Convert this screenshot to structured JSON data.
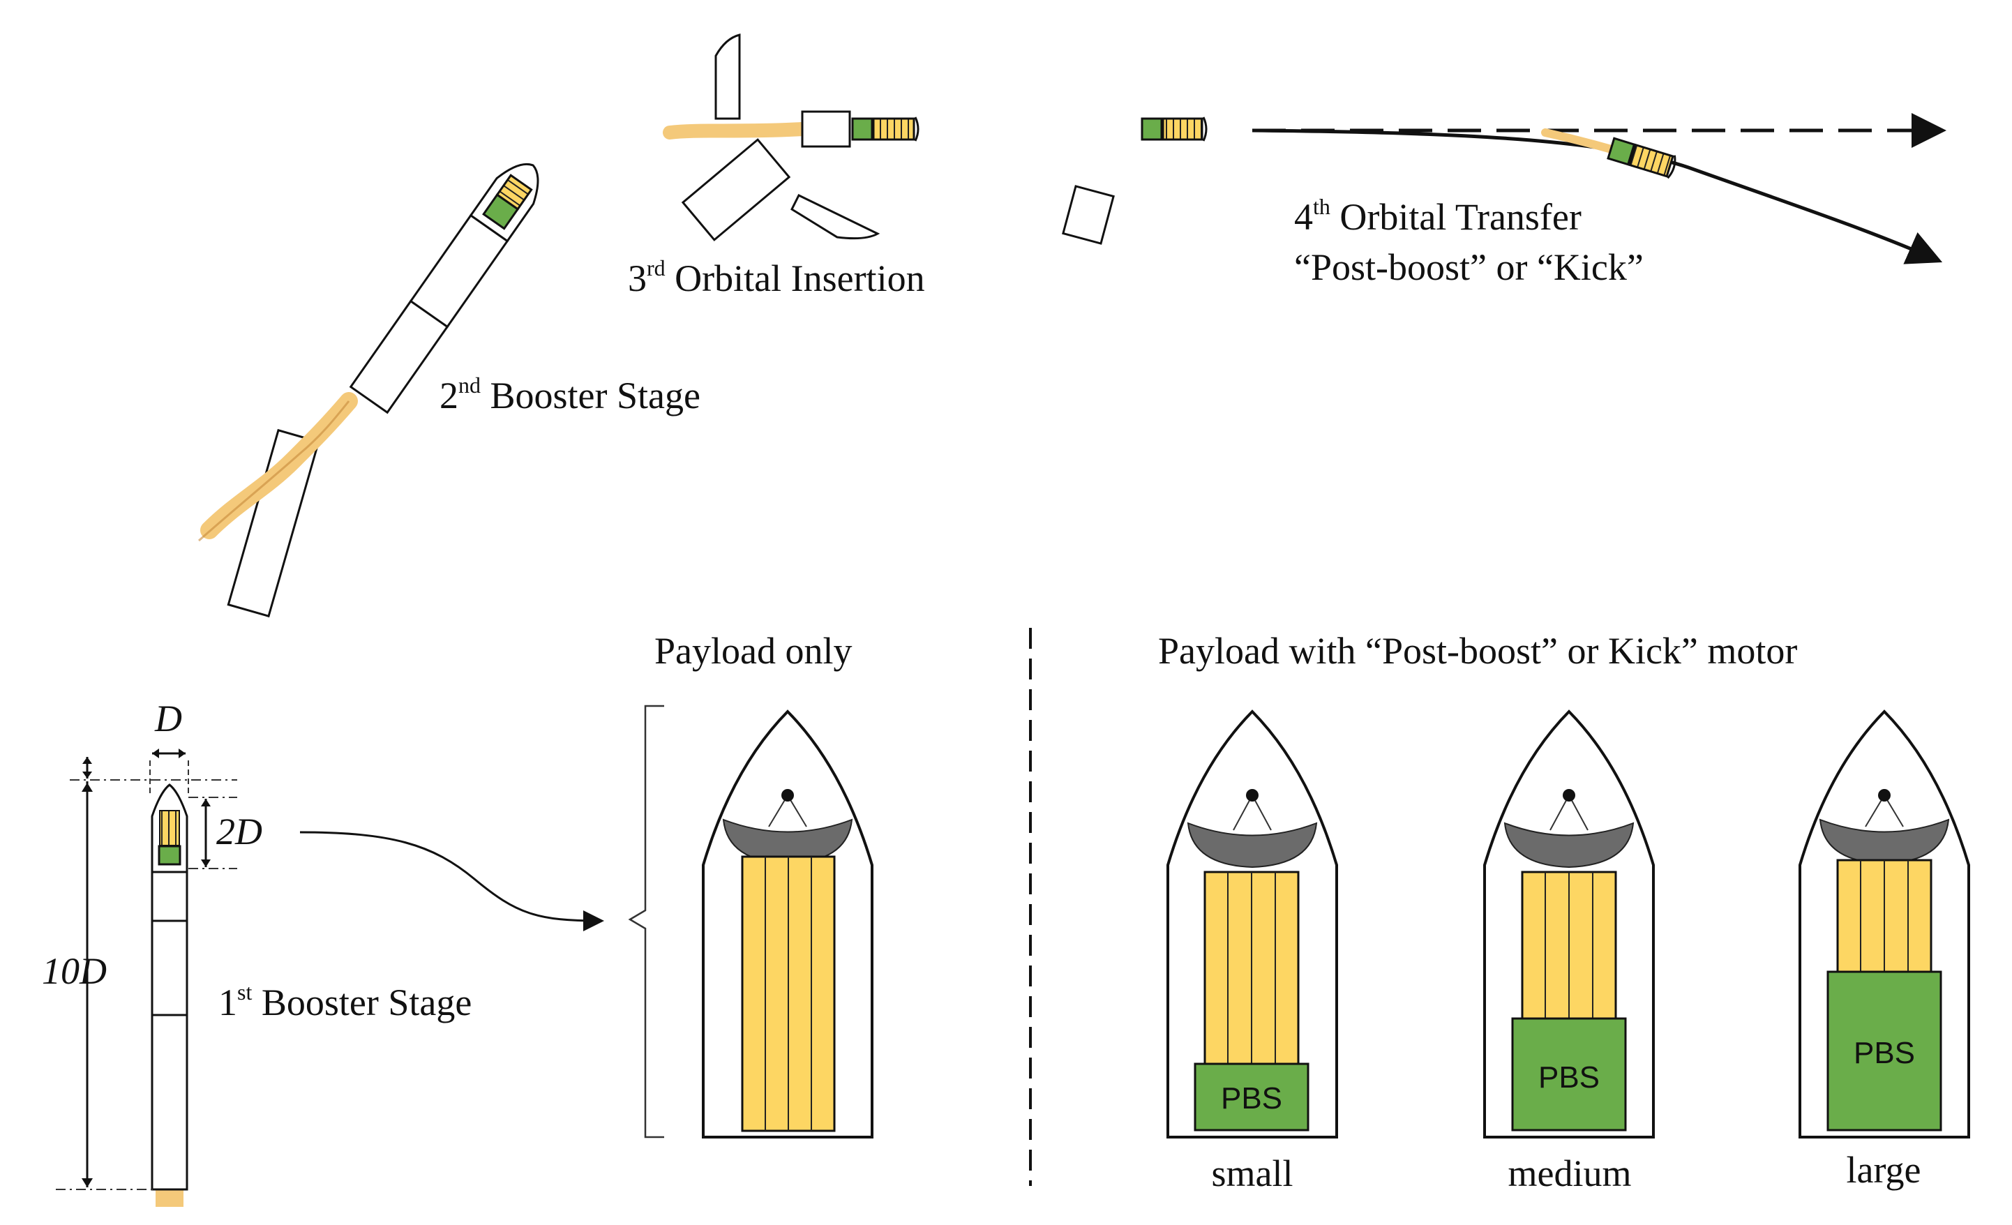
{
  "stages": {
    "first": {
      "ordinal": "1",
      "suffix": "st",
      "label": "Booster Stage"
    },
    "second": {
      "ordinal": "2",
      "suffix": "nd",
      "label": "Booster Stage"
    },
    "third": {
      "ordinal": "3",
      "suffix": "rd",
      "label": "Orbital Insertion"
    },
    "fourth": {
      "ordinal": "4",
      "suffix": "th",
      "line1": "Orbital Transfer",
      "line2": "“Post-boost” or “Kick”"
    }
  },
  "dimensions": {
    "diameter": "D",
    "nose": "2D",
    "length": "10D"
  },
  "panels": {
    "payload_only": "Payload only",
    "with_motor": "Payload with “Post-boost” or Kick” motor"
  },
  "pbs_label": "PBS",
  "sizes": [
    "small",
    "medium",
    "large"
  ],
  "colors": {
    "payload_yellow": "#fdd663",
    "pbs_green": "#6aad4a",
    "antenna_gray": "#6b6b6b",
    "plume": "#f4c97a"
  }
}
